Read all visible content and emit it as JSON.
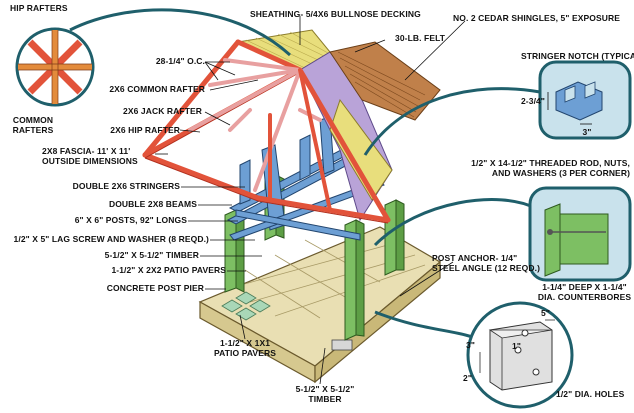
{
  "labels": {
    "hip_rafters": "HIP RAFTERS",
    "common_rafters_1": "COMMON",
    "common_rafters_2": "RAFTERS",
    "sheathing": "SHEATHING- 5/4X6 BULLNOSE DECKING",
    "shingles": "NO. 2 CEDAR SHINGLES, 5\" EXPOSURE",
    "felt": "30-LB. FELT",
    "spacing": "28-1/4\" O.C.",
    "common_rafter": "2X6 COMMON RAFTER",
    "jack_rafter": "2X6 JACK RAFTER",
    "hip_rafter": "2X6 HIP RAFTER",
    "fascia_1": "2X8 FASCIA- 11' X 11'",
    "fascia_2": "OUTSIDE DIMENSIONS",
    "stringers": "DOUBLE 2X6 STRINGERS",
    "beams": "DOUBLE 2X8 BEAMS",
    "posts": "6\" X 6\" POSTS, 92\" LONGS",
    "lag_screw": "1/2\" X 5\" LAG SCREW AND WASHER (8 REQD.)",
    "timber_top": "5-1/2\" X 5-1/2\" TIMBER",
    "patio_pavers_2x2": "1-1/2\" X 2X2 PATIO PAVERS",
    "concrete_pier": "CONCRETE POST PIER",
    "pavers_1x1_1": "1-1/2\" X 1X1",
    "pavers_1x1_2": "PATIO PAVERS",
    "timber_bottom_1": "5-1/2\" X 5-1/2\"",
    "timber_bottom_2": "TIMBER",
    "stringer_notch": "STRINGER NOTCH (TYPICAL)",
    "notch_depth": "2-3/4\"",
    "notch_width": "3\"",
    "threaded_rod_1": "1/2\" X 14-1/2\" THREADED ROD, NUTS,",
    "threaded_rod_2": "AND WASHERS (3 PER CORNER)",
    "counterbores_1": "1-1/4\" DEEP X 1-1/4\"",
    "counterbores_2": "DIA. COUNTERBORES",
    "post_anchor_1": "POST ANCHOR- 1/4\"",
    "post_anchor_2": "STEEL ANGLE (12 REQD.)",
    "anchor_dim_5": "5\"",
    "anchor_dim_3": "3\"",
    "anchor_dim_1": "1\"",
    "anchor_dim_2": "2\"",
    "holes": "1/2\" DIA. HOLES"
  },
  "colors": {
    "rafter_red": "#e2533a",
    "rafter_pink": "#e8a0a0",
    "post_green": "#7dbf63",
    "beam_blue": "#6d9fd4",
    "felt_purple": "#b9a3d8",
    "sheathing_yellow": "#e8de7c",
    "shingle_brown": "#c0804a",
    "deck_tan": "#e9dfb3",
    "callout_teal": "#1f5f6b",
    "detail_bg": "#c9e2ec"
  }
}
